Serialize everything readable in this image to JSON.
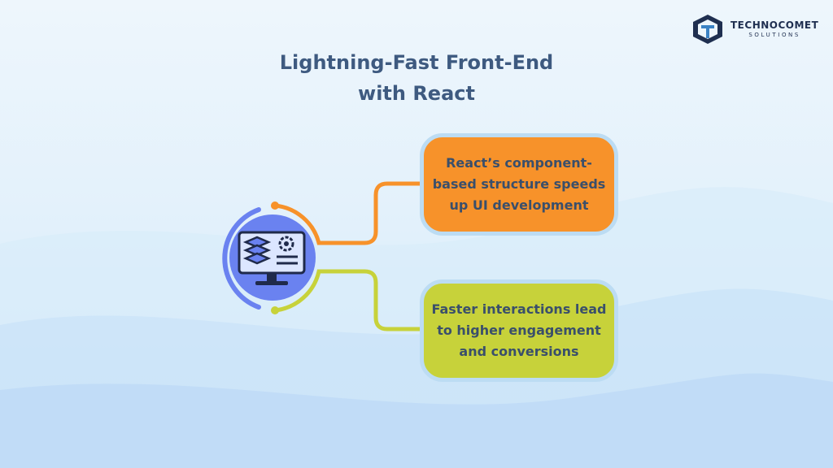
{
  "brand": {
    "name": "TECHNOCOMET",
    "subtitle": "SOLUTIONS",
    "icon": "technocomet-logo-icon"
  },
  "title": {
    "line1": "Lightning-Fast Front-End",
    "line2": "with React"
  },
  "hub": {
    "icon": "monitor-layers-gear-icon"
  },
  "cards": [
    {
      "lines": [
        "React’s component-",
        "based structure speeds",
        "up UI development"
      ],
      "color": "#f7922a"
    },
    {
      "lines": [
        "Faster interactions lead",
        "to higher engagement",
        "and conversions"
      ],
      "color": "#c7d23a"
    }
  ],
  "colors": {
    "title": "#3e5a80",
    "hub_fill": "#6a82f0",
    "ring_blue": "#6a82f0",
    "connector_orange": "#f7922a",
    "connector_green": "#c7d23a",
    "card_border": "#bcdcf3"
  }
}
